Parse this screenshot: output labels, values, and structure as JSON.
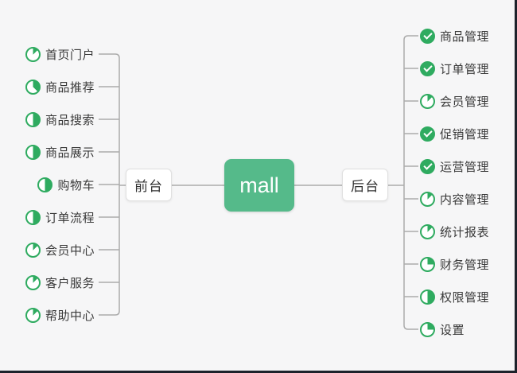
{
  "canvas": {
    "background_color": "#f6f6f7",
    "edge_border_color": "#1d222b",
    "connector_color": "#ababab"
  },
  "center": {
    "label": "mall",
    "fill_color": "#55ba8a",
    "text_color": "#ffffff"
  },
  "icon_legend": {
    "progress_icon_color": "#2fab60",
    "done_icon": "check-in-circle"
  },
  "branches": {
    "left": {
      "label": "前台",
      "items": [
        {
          "label": "首页门户",
          "progress": 12.5
        },
        {
          "label": "商品推荐",
          "progress": 37.5
        },
        {
          "label": "商品搜索",
          "progress": 50
        },
        {
          "label": "商品展示",
          "progress": 50
        },
        {
          "label": "购物车",
          "progress": 50
        },
        {
          "label": "订单流程",
          "progress": 50
        },
        {
          "label": "会员中心",
          "progress": 12.5
        },
        {
          "label": "客户服务",
          "progress": 12.5
        },
        {
          "label": "帮助中心",
          "progress": 12.5
        }
      ]
    },
    "right": {
      "label": "后台",
      "items": [
        {
          "label": "商品管理",
          "progress": 100
        },
        {
          "label": "订单管理",
          "progress": 100
        },
        {
          "label": "会员管理",
          "progress": 12.5
        },
        {
          "label": "促销管理",
          "progress": 100
        },
        {
          "label": "运营管理",
          "progress": 100
        },
        {
          "label": "内容管理",
          "progress": 12.5
        },
        {
          "label": "统计报表",
          "progress": 12.5
        },
        {
          "label": "财务管理",
          "progress": 25
        },
        {
          "label": "权限管理",
          "progress": 50
        },
        {
          "label": "设置",
          "progress": 25
        }
      ]
    }
  }
}
